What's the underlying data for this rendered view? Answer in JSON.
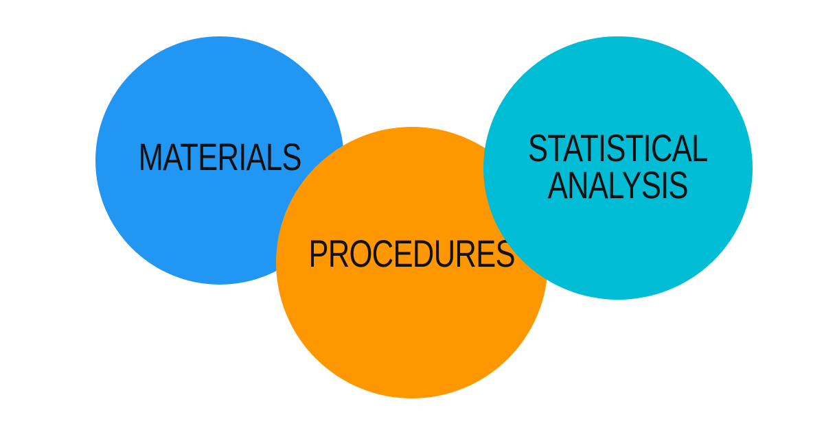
{
  "diagram": {
    "circles": [
      {
        "id": "materials",
        "lines": [
          "MATERIALS"
        ],
        "color": "#2196F3"
      },
      {
        "id": "procedures",
        "lines": [
          "PROCEDURES"
        ],
        "color": "#FF9800"
      },
      {
        "id": "statistical-analysis",
        "lines": [
          "STATISTICAL",
          "ANALYSIS"
        ],
        "color": "#00BCD4"
      }
    ],
    "text_color": "#111111",
    "background": "#FFFFFF"
  }
}
